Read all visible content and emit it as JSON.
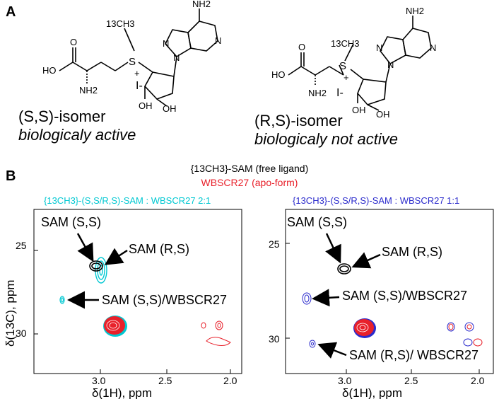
{
  "panel_a": {
    "letter": "A",
    "left": {
      "name": "(S,S)-isomer",
      "activity": "biologicaly active",
      "methyl": "13CH3",
      "charge": "+",
      "anion": "I-"
    },
    "right": {
      "name": "(R,S)-isomer",
      "activity": "biologicaly not active",
      "methyl": "13CH3",
      "charge": "+",
      "anion": "I-"
    },
    "struct_labels": {
      "nh2": "NH2",
      "o": "O",
      "ho": "HO",
      "oh": "OH",
      "s": "S",
      "n": "N"
    }
  },
  "panel_b": {
    "letter": "B",
    "legend_black": "{13CH3}-SAM (free ligand)",
    "legend_red": "WBSCR27 (apo-form)",
    "colors": {
      "free": "#000000",
      "apo": "#e8202a",
      "ratio21": "#00c8d2",
      "ratio11": "#2b2bcc"
    },
    "left_plot": {
      "title": "{13CH3}-(S,S/R,S)-SAM : WBSCR27   2:1",
      "labels": [
        "SAM (S,S)",
        "SAM (R,S)",
        "SAM (S,S)/WBSCR27"
      ]
    },
    "right_plot": {
      "title": "{13CH3}-(S,S/R,S)-SAM : WBSCR27   1:1",
      "labels": [
        "SAM (S,S)",
        "SAM (R,S)",
        "SAM (S,S)/WBSCR27",
        "SAM (R,S)/ WBSCR27"
      ]
    },
    "x_axis": {
      "label": "δ(1H), ppm",
      "ticks": [
        "3.0",
        "2.5",
        "2.0"
      ]
    },
    "y_axis": {
      "label": "δ(13C), ppm",
      "ticks": [
        "25",
        "30"
      ]
    }
  }
}
